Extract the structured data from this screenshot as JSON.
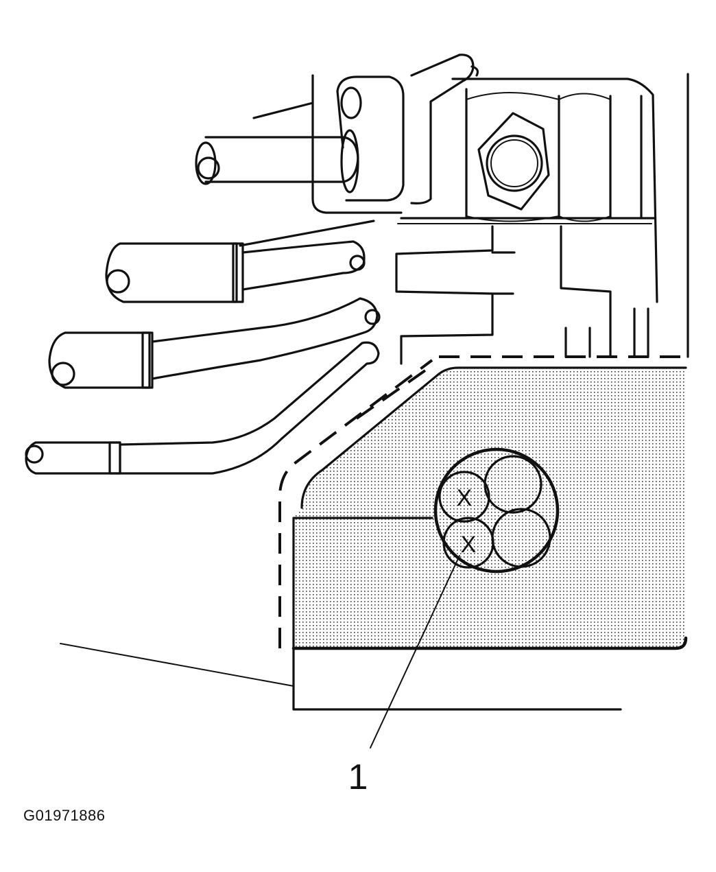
{
  "figure": {
    "figure_id": "G01971886",
    "callouts": [
      {
        "label": "1"
      }
    ],
    "connector_marks": [
      "X",
      "X"
    ]
  }
}
